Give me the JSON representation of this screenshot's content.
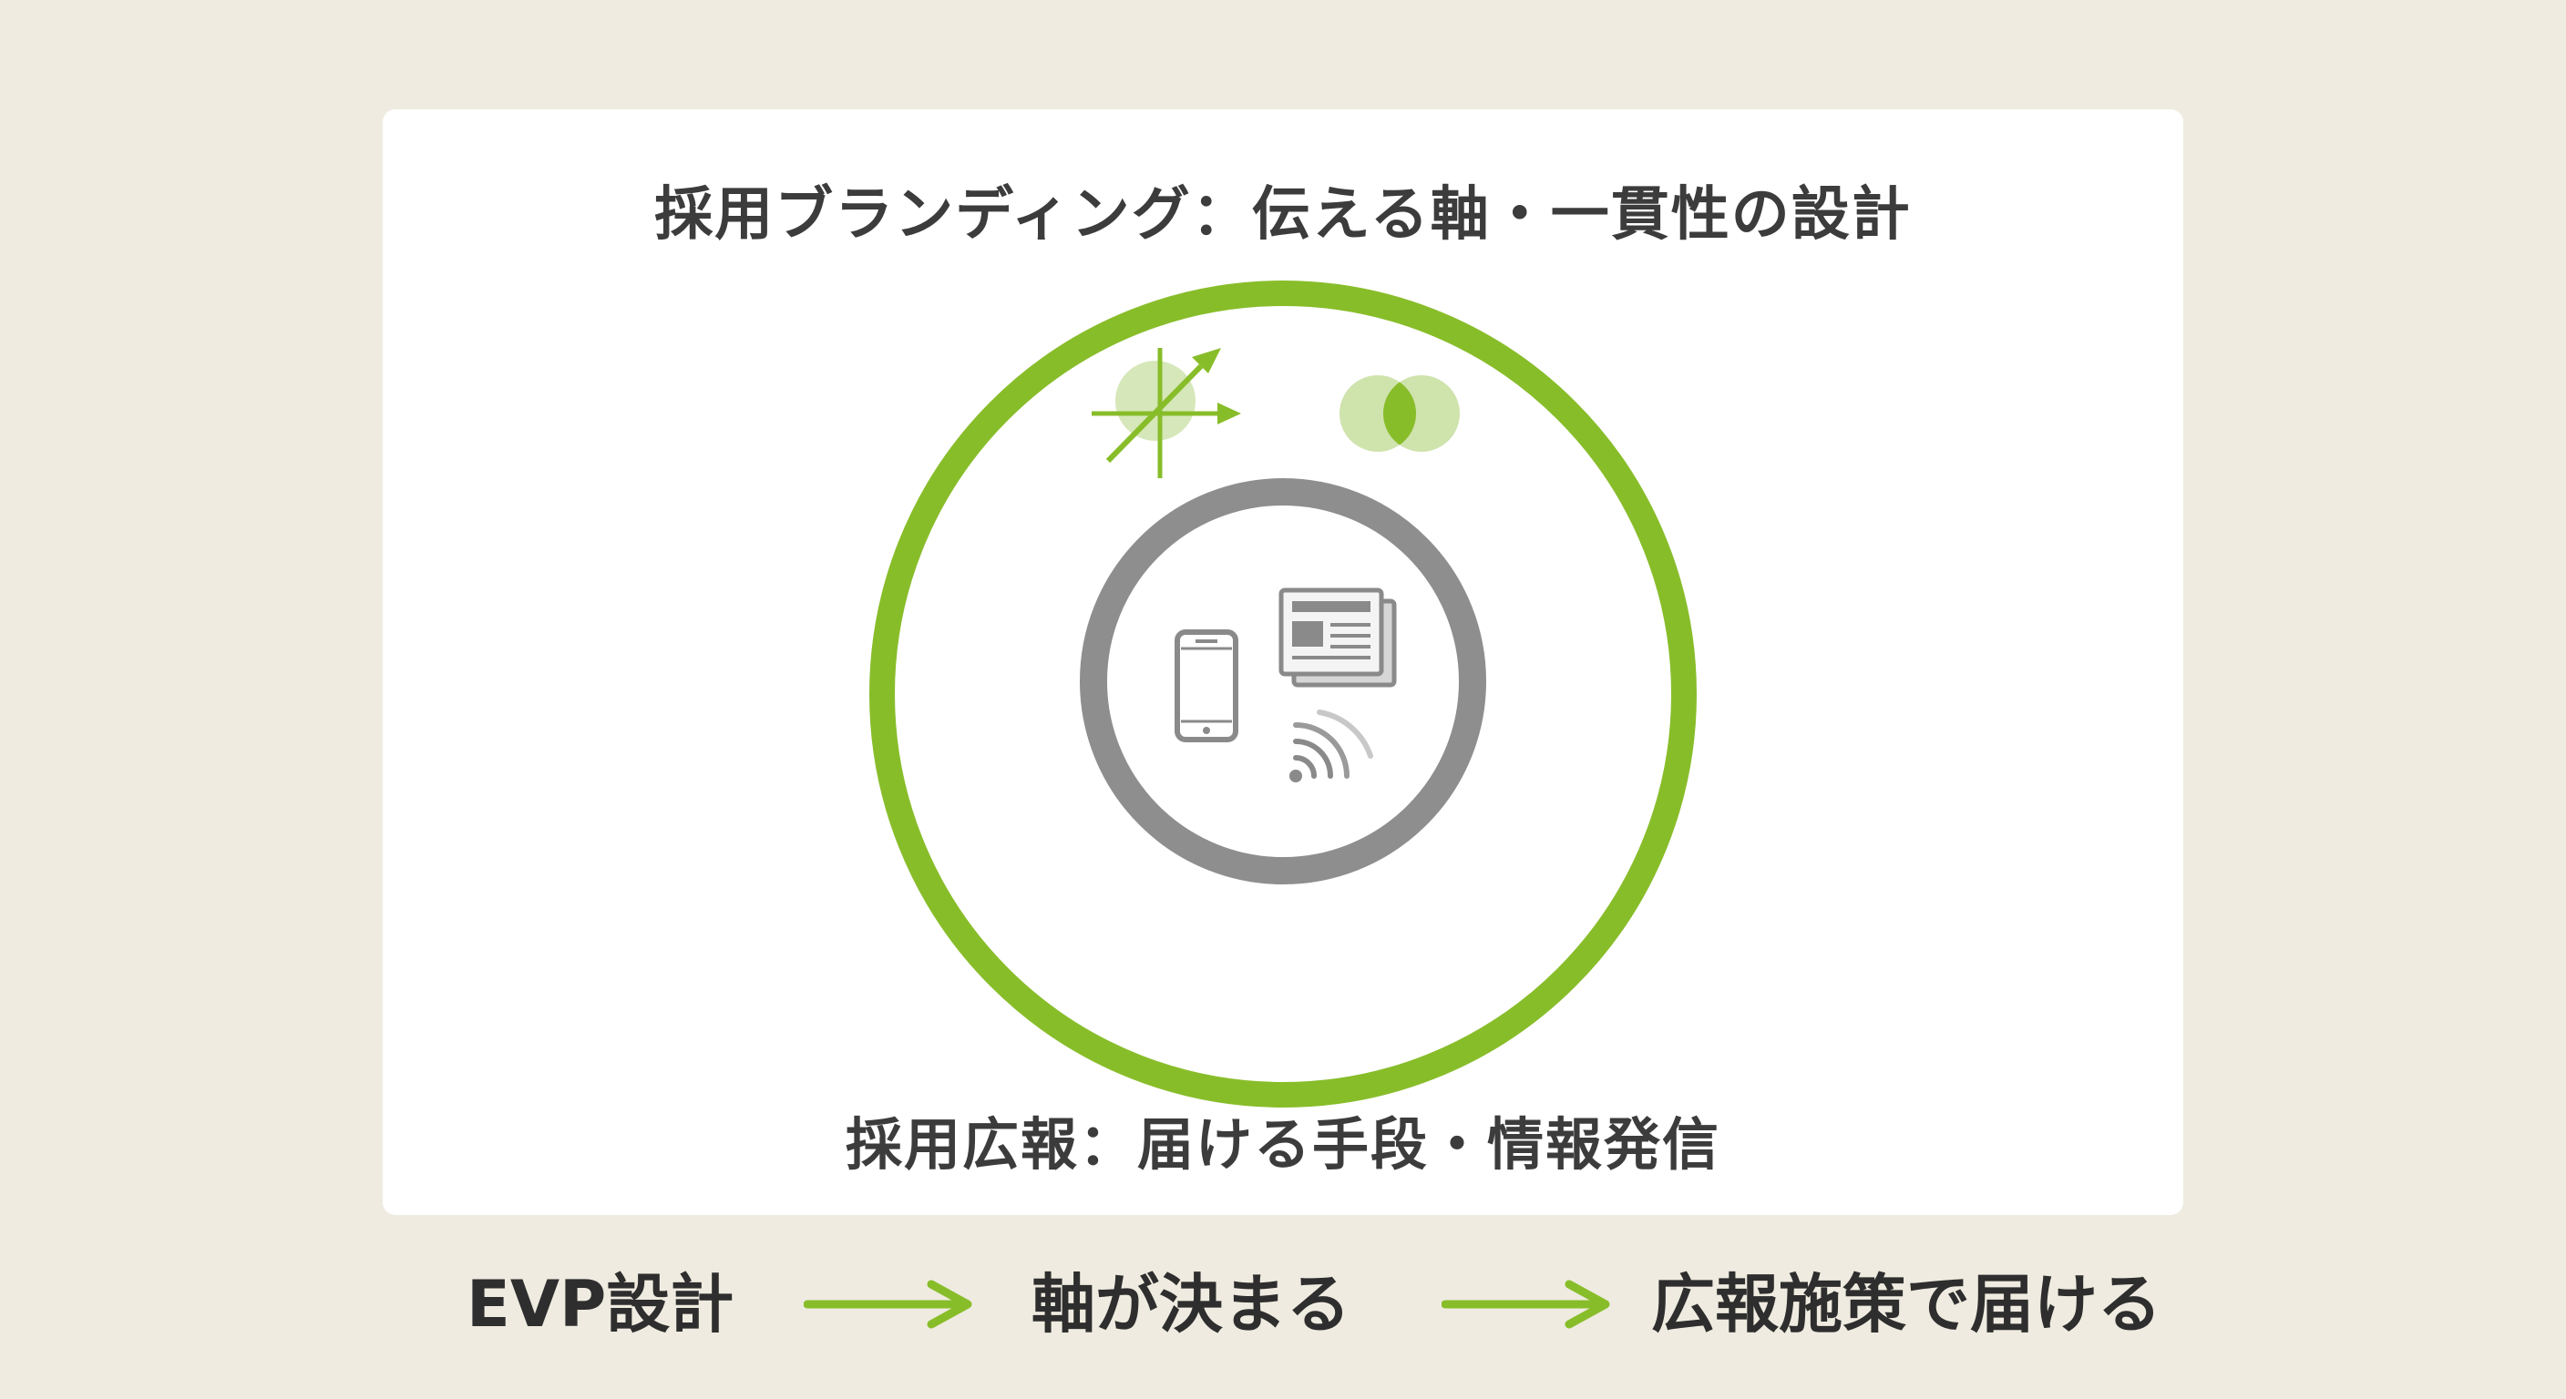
{
  "title": "採用ブランディング：伝える軸・一貫性の設計",
  "inner_caption": "採用広報：届ける手段・情報発信",
  "flow": {
    "step1": "EVP設計",
    "step2": "軸が決まる",
    "step3": "広報施策で届ける"
  },
  "colors": {
    "background": "#efebe0",
    "card": "#ffffff",
    "accent_green": "#88bd2a",
    "ring_gray": "#8e8e8e",
    "icon_gray": "#8a8a8a",
    "text": "#3c3c3c"
  },
  "icons": {
    "outer_ring": [
      "axis-arrows-icon",
      "venn-overlap-icon"
    ],
    "inner_ring": [
      "smartphone-icon",
      "newspaper-icon",
      "broadcast-waves-icon"
    ],
    "flow_arrows": [
      "arrow-right-icon",
      "arrow-right-icon"
    ]
  }
}
